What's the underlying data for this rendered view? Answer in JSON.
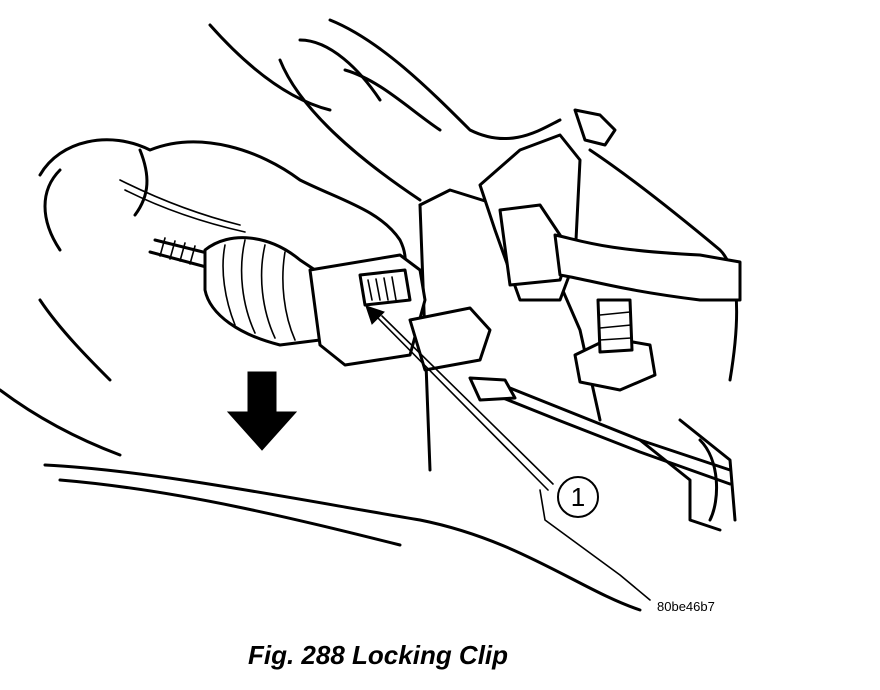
{
  "figure": {
    "callout_number": "1",
    "image_code": "80be46b7"
  },
  "caption": "Fig. 288 Locking Clip"
}
